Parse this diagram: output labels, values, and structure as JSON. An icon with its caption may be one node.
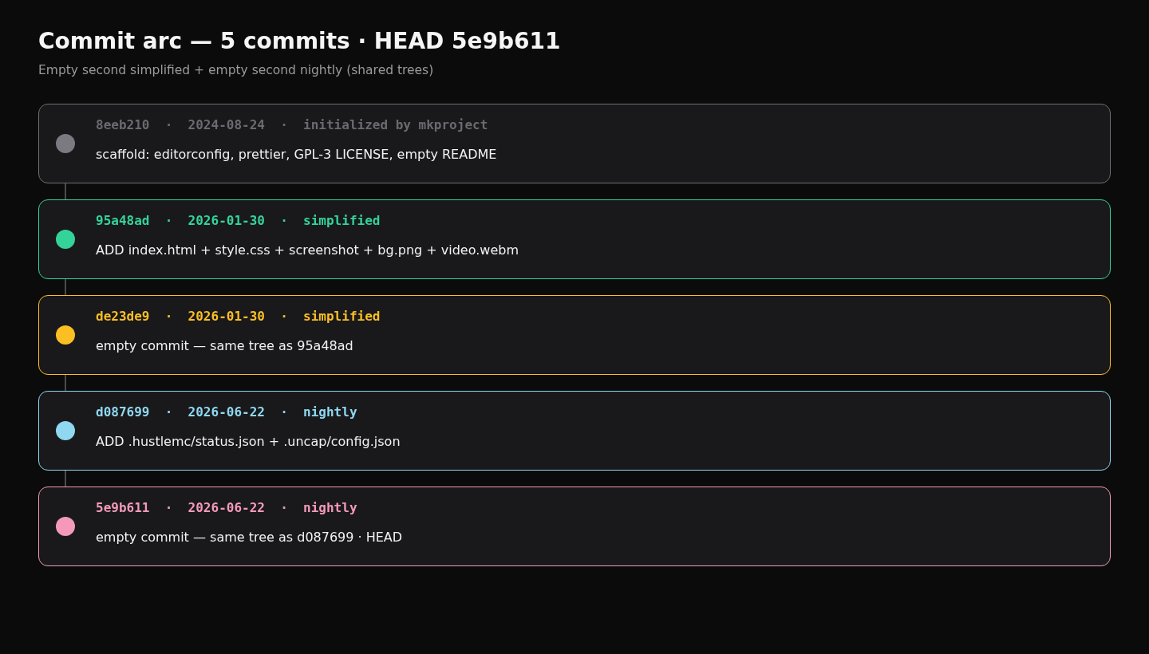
{
  "diagram": {
    "title": "Commit arc — 5 commits · HEAD 5e9b611",
    "nodes": [
      {
        "text": [
          "8eeb210  ·  2024-08-24  ·  initialized by mkproject",
          "scaffold: editorconfig, prettier, GPL-3 LICENSE, empty README"
        ]
      },
      {
        "text": [
          "95a48ad  ·  2026-01-30  ·  simplified",
          "ADD index.html + style.css + screenshot + bg.png + video.webm"
        ]
      },
      {
        "text": [
          "de23de9  ·  2026-01-30  ·  simplified",
          "empty commit — same tree as 95a48ad"
        ]
      },
      {
        "text": [
          "d087699  ·  2026-06-22  ·  nightly",
          "ADD .hustlemc/status.json + .uncap/config.json"
        ]
      },
      {
        "text": [
          "5e9b611  ·  2026-06-22  ·  nightly",
          "empty commit — same tree as d087699 · HEAD"
        ]
      }
    ],
    "edges": [
      {
        "from": 0,
        "to": 1,
        "arrow": "none"
      },
      {
        "from": 1,
        "to": 2,
        "arrow": "none"
      },
      {
        "from": 2,
        "to": 3,
        "arrow": "none"
      },
      {
        "from": 3,
        "to": 4,
        "arrow": "none"
      }
    ],
    "labels": [
      "Empty second simplified + empty second nightly (shared trees)"
    ]
  }
}
